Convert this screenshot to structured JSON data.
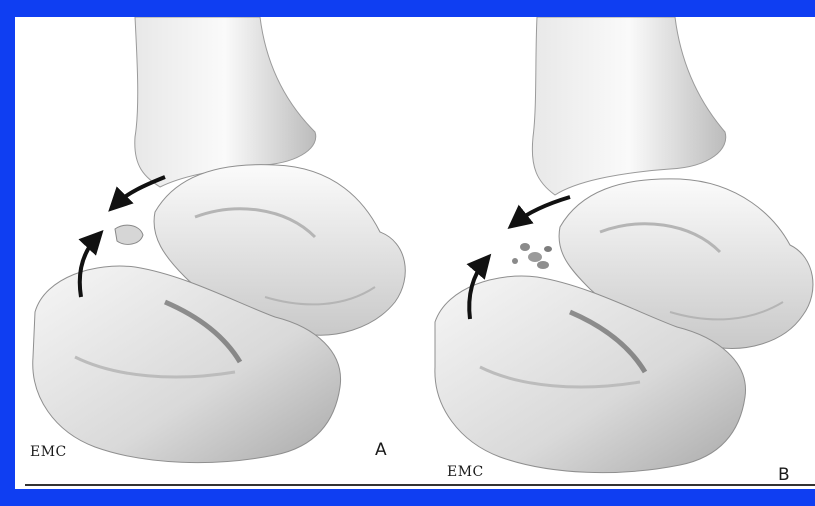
{
  "panels": [
    {
      "letter": "A",
      "signature": "EMC"
    },
    {
      "letter": "B",
      "signature": "EMC"
    }
  ]
}
